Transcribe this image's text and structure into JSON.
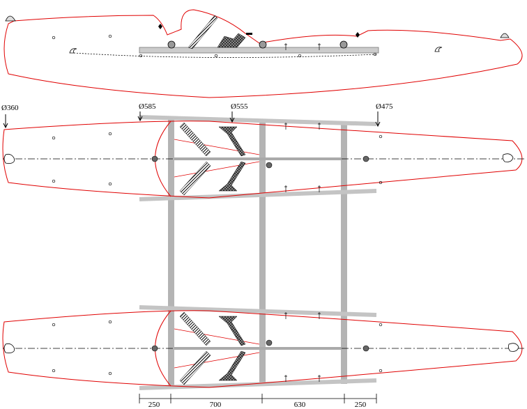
{
  "diagram": {
    "diameter_labels": [
      {
        "id": "d360",
        "text": "Ø360"
      },
      {
        "id": "d585",
        "text": "Ø585"
      },
      {
        "id": "d555",
        "text": "Ø555"
      },
      {
        "id": "d475",
        "text": "Ø475"
      }
    ],
    "dimensions": [
      "250",
      "700",
      "630",
      "250"
    ],
    "colors": {
      "hull_outline": "#e00000",
      "crossbeam": "#b4b4b4",
      "centerline": "#000000",
      "hatch": "#222222"
    }
  }
}
